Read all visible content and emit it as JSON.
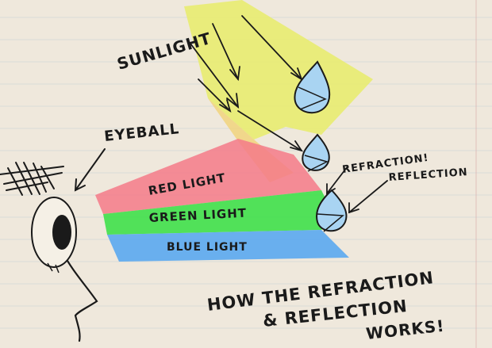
{
  "labels": {
    "sunlight": "SUNLIGHT",
    "eyeball": "EYEBALL",
    "red_light": "RED LIGHT",
    "green_light": "GREEN LIGHT",
    "blue_light": "BLUE LIGHT",
    "refraction": "REFRACTION!",
    "reflection": "REFLECTION",
    "caption_line1": "HOW THE REFRACTION",
    "caption_line2": "& REFLECTION",
    "caption_line3": "WORKS!"
  },
  "colors": {
    "paper": "#efe8dc",
    "grid_line": "#b8c9d6",
    "margin_line": "#d9a5a5",
    "sunlight_beam": "#e8ec6a",
    "red_light": "#f47a88",
    "green_light": "#3fe04a",
    "blue_light": "#5aa9f0",
    "droplet": "#a9d4f2",
    "ink": "#1a1a1a"
  },
  "icons": [
    "raindrop-icon",
    "eye-icon",
    "eyelashes-icon",
    "face-outline-icon",
    "arrow-icon"
  ]
}
